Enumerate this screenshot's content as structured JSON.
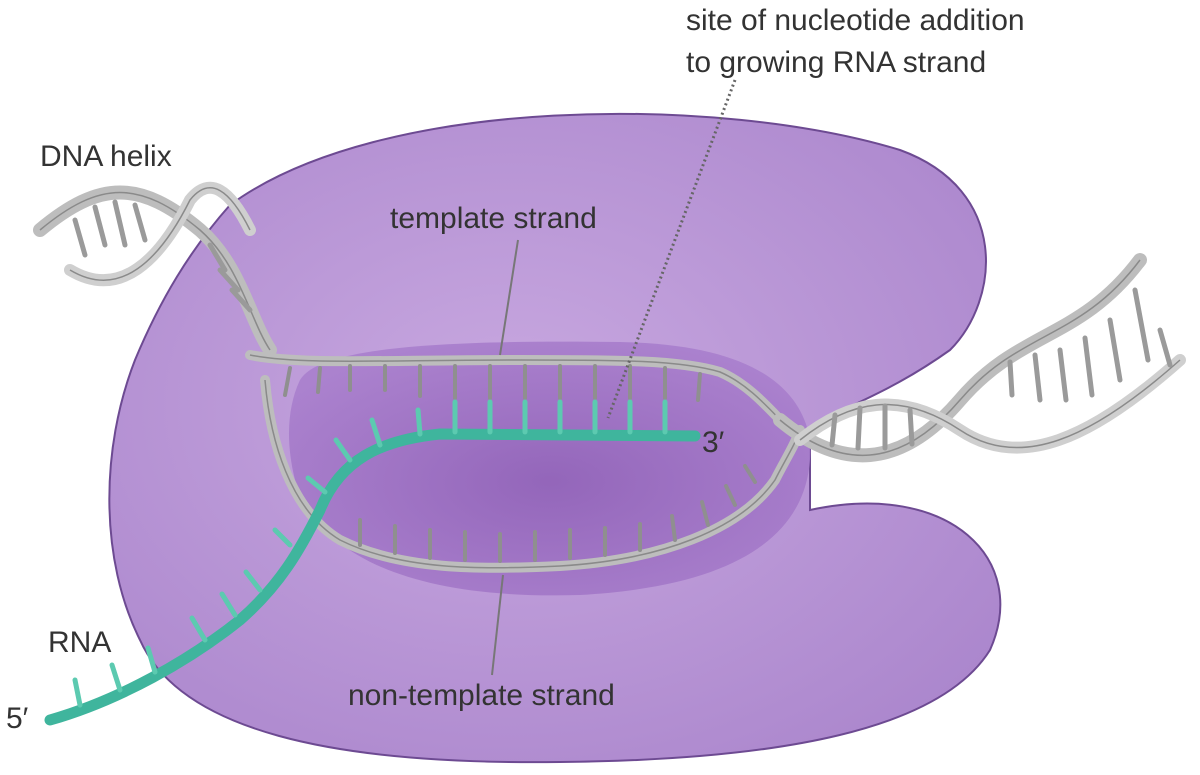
{
  "labels": {
    "site_line1": "site of nucleotide addition",
    "site_line2": "to growing RNA strand",
    "dna_helix": "DNA helix",
    "template_strand": "template strand",
    "non_template_strand": "non-template strand",
    "rna": "RNA",
    "three_prime": "3′",
    "five_prime": "5′"
  },
  "colors": {
    "polymerase": "#b48fd2",
    "polymerase_dark": "#9a6fc0",
    "polymerase_outline": "#6d4a92",
    "dna_backbone": "#bdbdbd",
    "dna_outline": "#8a8a8a",
    "rna_strand": "#3fb59d"
  }
}
